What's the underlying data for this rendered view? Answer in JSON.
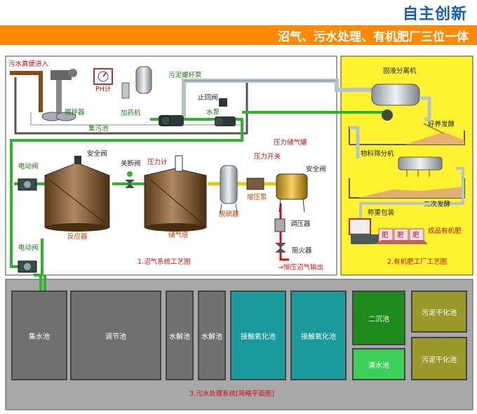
{
  "header": {
    "brand": "自主创新",
    "subtitle": "沼气、污水处理、有机肥厂三位一体"
  },
  "biogas": {
    "labels": {
      "inlet": "污水粪便进入",
      "sludge_screw_pump": "污泥螺杆泵",
      "ph_meter": "PH计",
      "mixer": "搅拌器",
      "dosing": "加药机",
      "collection_tank": "集污池",
      "check_valve": "止回阀",
      "water_pump": "水泵",
      "safety_valve_1": "安全阀",
      "shutoff_valve": "关断阀",
      "pressure_gauge": "压力计",
      "pressure_tank": "压力储气罐",
      "pressure_switch": "压力开关",
      "safety_valve_2": "安全阀",
      "electric_valve_1": "电动阀",
      "electric_valve_2": "电动阀",
      "reactor": "反应器",
      "gas_tower": "储气塔",
      "desulfurizer": "脱硫器",
      "booster_pump": "增压泵",
      "regulator": "调压器",
      "flame_arrester": "阻火器",
      "output": "→恒压沼气输出"
    },
    "caption": "1.沼气系统工艺图"
  },
  "fertilizer": {
    "labels": {
      "separator": "固液分离机",
      "aerobic": "好养发酵",
      "screener": "物料筛分机",
      "secondary": "二次发酵",
      "packing": "称重包装",
      "product": "成品有机肥",
      "bag": "肥"
    },
    "caption": "2.有机肥工厂工艺图"
  },
  "wastewater": {
    "pools": [
      "集水池",
      "调节池",
      "水解池",
      "水解池",
      "接触氧化池",
      "接触氧化池",
      "二沉池",
      "清水池",
      "污泥干化池",
      "污泥干化池"
    ],
    "caption": "3.污水处理系统[简略平面图]"
  },
  "colors": {
    "accent": "#ff8a00",
    "brand": "#1b5cb8",
    "pipe_green": "#2db52d",
    "pipe_brown": "#8a4a10",
    "pipe_silver": "#b8c4cc",
    "fert_bg": "#fff22e"
  }
}
